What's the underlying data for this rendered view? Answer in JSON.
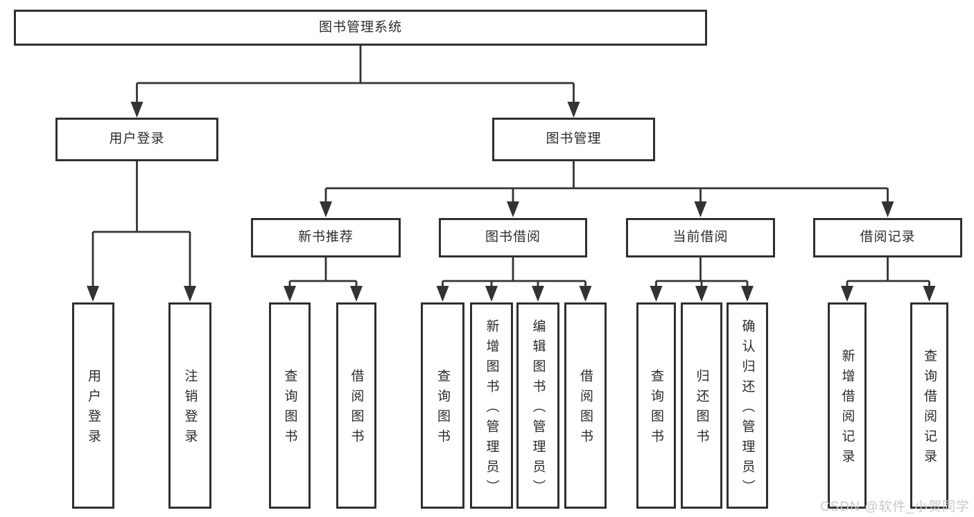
{
  "diagram": {
    "root": {
      "label": "图书管理系统"
    },
    "level2": [
      {
        "label": "用户登录"
      },
      {
        "label": "图书管理"
      }
    ],
    "level3": [
      {
        "label": "新书推荐",
        "parent": "图书管理"
      },
      {
        "label": "图书借阅",
        "parent": "图书管理"
      },
      {
        "label": "当前借阅",
        "parent": "图书管理"
      },
      {
        "label": "借阅记录",
        "parent": "图书管理"
      }
    ],
    "leaves": [
      {
        "label": "用户登录",
        "parent": "用户登录"
      },
      {
        "label": "注销登录",
        "parent": "用户登录"
      },
      {
        "label": "查询图书",
        "parent": "新书推荐"
      },
      {
        "label": "借阅图书",
        "parent": "新书推荐"
      },
      {
        "label": "查询图书",
        "parent": "图书借阅"
      },
      {
        "label": "新增图书（管理员）",
        "parent": "图书借阅"
      },
      {
        "label": "编辑图书（管理员）",
        "parent": "图书借阅"
      },
      {
        "label": "借阅图书",
        "parent": "图书借阅"
      },
      {
        "label": "查询图书",
        "parent": "当前借阅"
      },
      {
        "label": "归还图书",
        "parent": "当前借阅"
      },
      {
        "label": "确认归还（管理员）",
        "parent": "当前借阅"
      },
      {
        "label": "新增借阅记录",
        "parent": "借阅记录"
      },
      {
        "label": "查询借阅记录",
        "parent": "借阅记录"
      }
    ]
  },
  "watermark": {
    "text": "CSDN @软件_小贺同学"
  },
  "colors": {
    "line": "#333333",
    "box_border": "#2f2f2f",
    "text": "#2b2b2b",
    "background": "#ffffff",
    "watermark": "#c8c8c8"
  }
}
